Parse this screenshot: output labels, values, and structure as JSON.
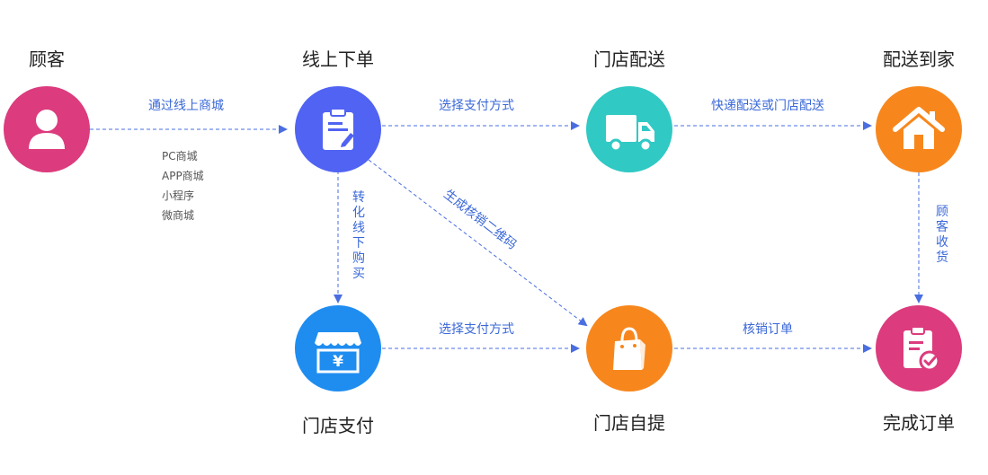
{
  "nodes": {
    "customer": {
      "title": "顾客",
      "color": "#dc3b7d"
    },
    "online_order": {
      "title": "线上下单",
      "color": "#5063f2"
    },
    "store_delivery": {
      "title": "门店配送",
      "color": "#30c9c4"
    },
    "home_delivery": {
      "title": "配送到家",
      "color": "#f7871d"
    },
    "store_pay": {
      "title": "门店支付",
      "color": "#1f8df0"
    },
    "store_pickup": {
      "title": "门店自提",
      "color": "#f7871d"
    },
    "complete_order": {
      "title": "完成订单",
      "color": "#dc3b7d"
    }
  },
  "edges": {
    "via_online_mall": "通过线上商城",
    "select_payment_top": "选择支付方式",
    "express_or_store": "快递配送或门店配送",
    "switch_offline": "转化线下购买",
    "generate_code": "生成核销二维码",
    "customer_receipt": "顾客收货",
    "select_payment_bottom": "选择支付方式",
    "verify_order": "核销订单"
  },
  "channels": [
    "PC商城",
    "APP商城",
    "小程序",
    "微商城"
  ],
  "yen_symbol": "¥",
  "line_color": "#4a6ee0"
}
